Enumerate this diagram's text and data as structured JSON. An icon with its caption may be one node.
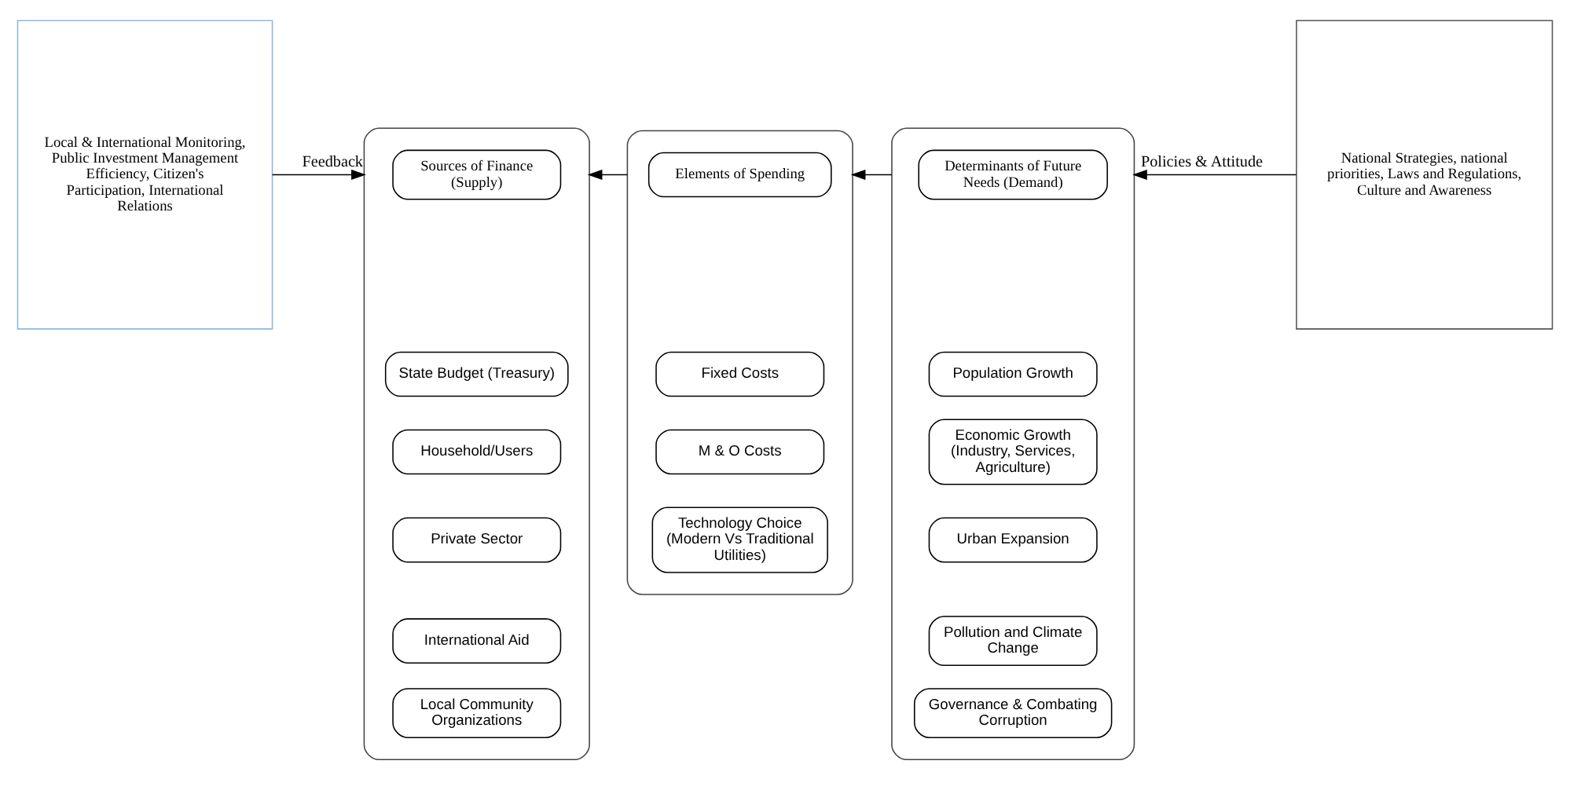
{
  "diagram": {
    "nodes": [
      {
        "text": [
          "Local & International Monitoring, Public Investment Management Efficiency, Citizen's Participation, International Relations"
        ]
      },
      {
        "text": [],
        "shape": "ellipse"
      },
      {
        "text": [
          "Sources of Finance (Supply)"
        ],
        "in": 1
      },
      {
        "text": [
          "State Budget (Treasury)"
        ],
        "in": 1
      },
      {
        "text": [
          "Household/Users"
        ],
        "in": 1
      },
      {
        "text": [
          "Private Sector"
        ],
        "in": 1
      },
      {
        "text": [
          "International Aid"
        ],
        "in": 1
      },
      {
        "text": [
          "Local Community Organizations"
        ],
        "in": 1
      },
      {
        "text": [],
        "shape": "ellipse"
      },
      {
        "text": [
          "Elements of Spending"
        ],
        "in": 8
      },
      {
        "text": [
          "Fixed Costs"
        ],
        "in": 8
      },
      {
        "text": [
          "M & O Costs"
        ],
        "in": 8
      },
      {
        "text": [
          "Technology Choice (Modern Vs Traditional Utilities)"
        ],
        "in": 8
      },
      {
        "text": [],
        "shape": "ellipse"
      },
      {
        "text": [
          "Determinants of Future Needs (Demand)"
        ],
        "in": 13
      },
      {
        "text": [
          "Population Growth"
        ],
        "in": 13
      },
      {
        "text": [
          "Economic Growth (Industry, Services, Agriculture)"
        ],
        "in": 13
      },
      {
        "text": [
          "Urban Expansion"
        ],
        "in": 13
      },
      {
        "text": [
          "Pollution and Climate Change"
        ],
        "in": 13
      },
      {
        "text": [
          "Governance & Combating Corruption"
        ],
        "in": 13
      },
      {
        "text": [
          "National Strategies, national priorities, Laws and Regulations, Culture and Awareness"
        ]
      }
    ],
    "edges": [
      {
        "from": 0,
        "to": 1,
        "arrow": "to",
        "label": "Feedback"
      },
      {
        "from": 20,
        "to": 13,
        "arrow": "to",
        "label": "Policies & Attitude"
      },
      {
        "from": 8,
        "to": 1,
        "arrow": "to"
      },
      {
        "from": 13,
        "to": 8,
        "arrow": "to"
      }
    ]
  }
}
